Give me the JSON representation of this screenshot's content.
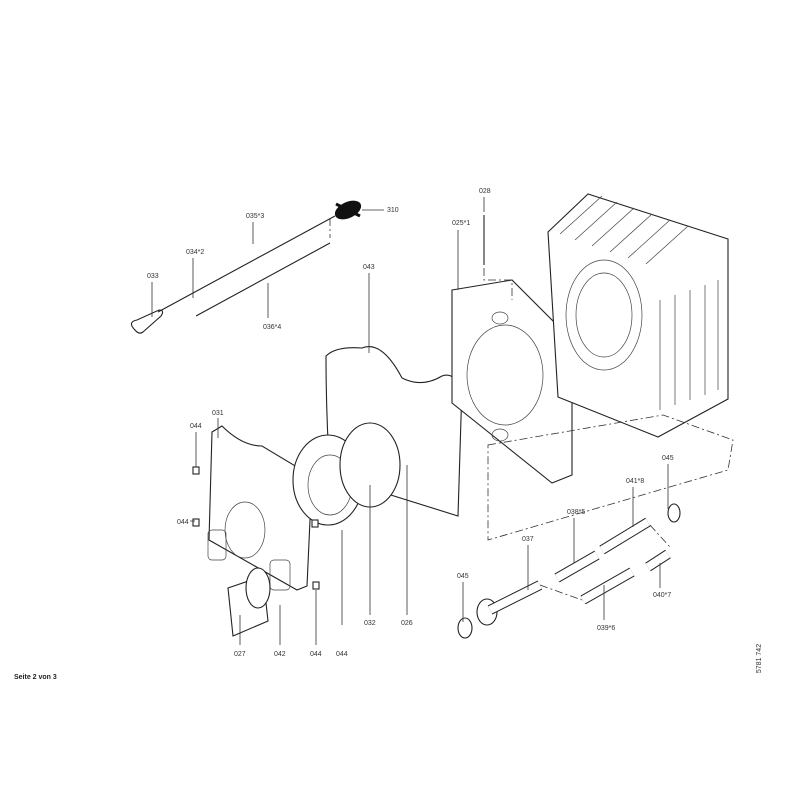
{
  "footer": {
    "page": "Seite 2 von 3",
    "doc_number": "5781 742"
  },
  "labels": {
    "p310": "310",
    "p035": "035*3",
    "p034": "034*2",
    "p033": "033",
    "p036": "036*4",
    "p043": "043",
    "p028": "028",
    "p025": "025*1",
    "p031": "031",
    "p044a": "044",
    "p044b": "044",
    "p027": "027",
    "p042": "042",
    "p044c": "044",
    "p044d": "044",
    "p032": "032",
    "p026": "026",
    "p045a": "045",
    "p041": "041*8",
    "p038": "038*5",
    "p037": "037",
    "p045b": "045",
    "p040": "040*7",
    "p039": "039*6"
  }
}
